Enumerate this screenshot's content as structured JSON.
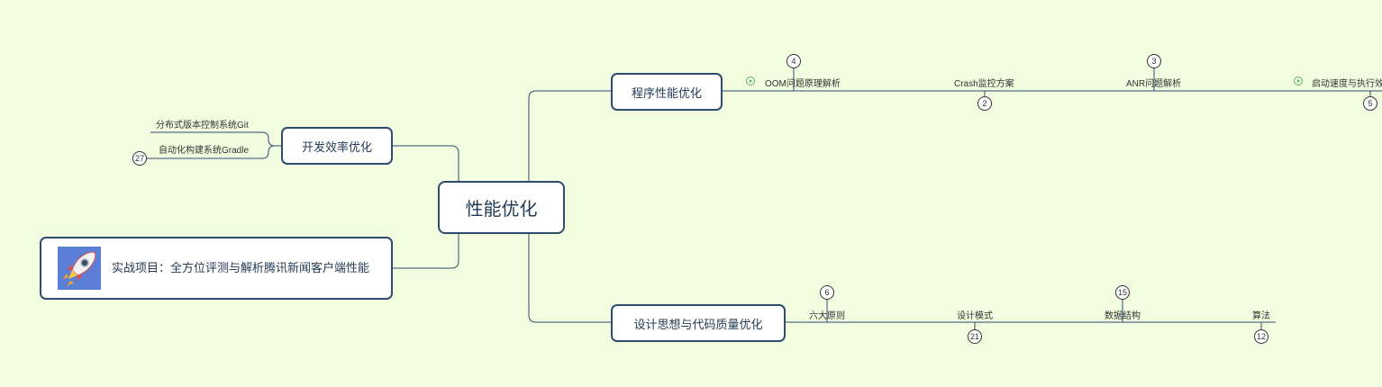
{
  "canvas": {
    "background": "#f2fde0",
    "line_color": "#2e4c6e",
    "accent_green": "#5fae6a"
  },
  "central": {
    "label": "性能优化"
  },
  "branches": {
    "program": {
      "label": "程序性能优化",
      "children": [
        {
          "label": "OOM问题原理解析",
          "badge": "4",
          "has_play_icon": true
        },
        {
          "label": "Crash监控方案",
          "badge": "2"
        },
        {
          "label": "ANR问题解析",
          "badge": "3"
        },
        {
          "label": "启动速度与执行效",
          "badge": "5",
          "has_play_icon": true
        }
      ]
    },
    "dev": {
      "label": "开发效率优化",
      "children": [
        {
          "label": "分布式版本控制系统Git"
        },
        {
          "label": "自动化构建系统Gradle",
          "badge": "27"
        }
      ]
    },
    "project": {
      "label": "实战项目：全方位评测与解析腾讯新闻客户端性能",
      "icon": "rocket-icon"
    },
    "design": {
      "label": "设计思想与代码质量优化",
      "children": [
        {
          "label": "六大原则",
          "badge": "6"
        },
        {
          "label": "设计模式",
          "badge": "21"
        },
        {
          "label": "数据结构",
          "badge": "15"
        },
        {
          "label": "算法",
          "badge": "12"
        }
      ]
    }
  }
}
